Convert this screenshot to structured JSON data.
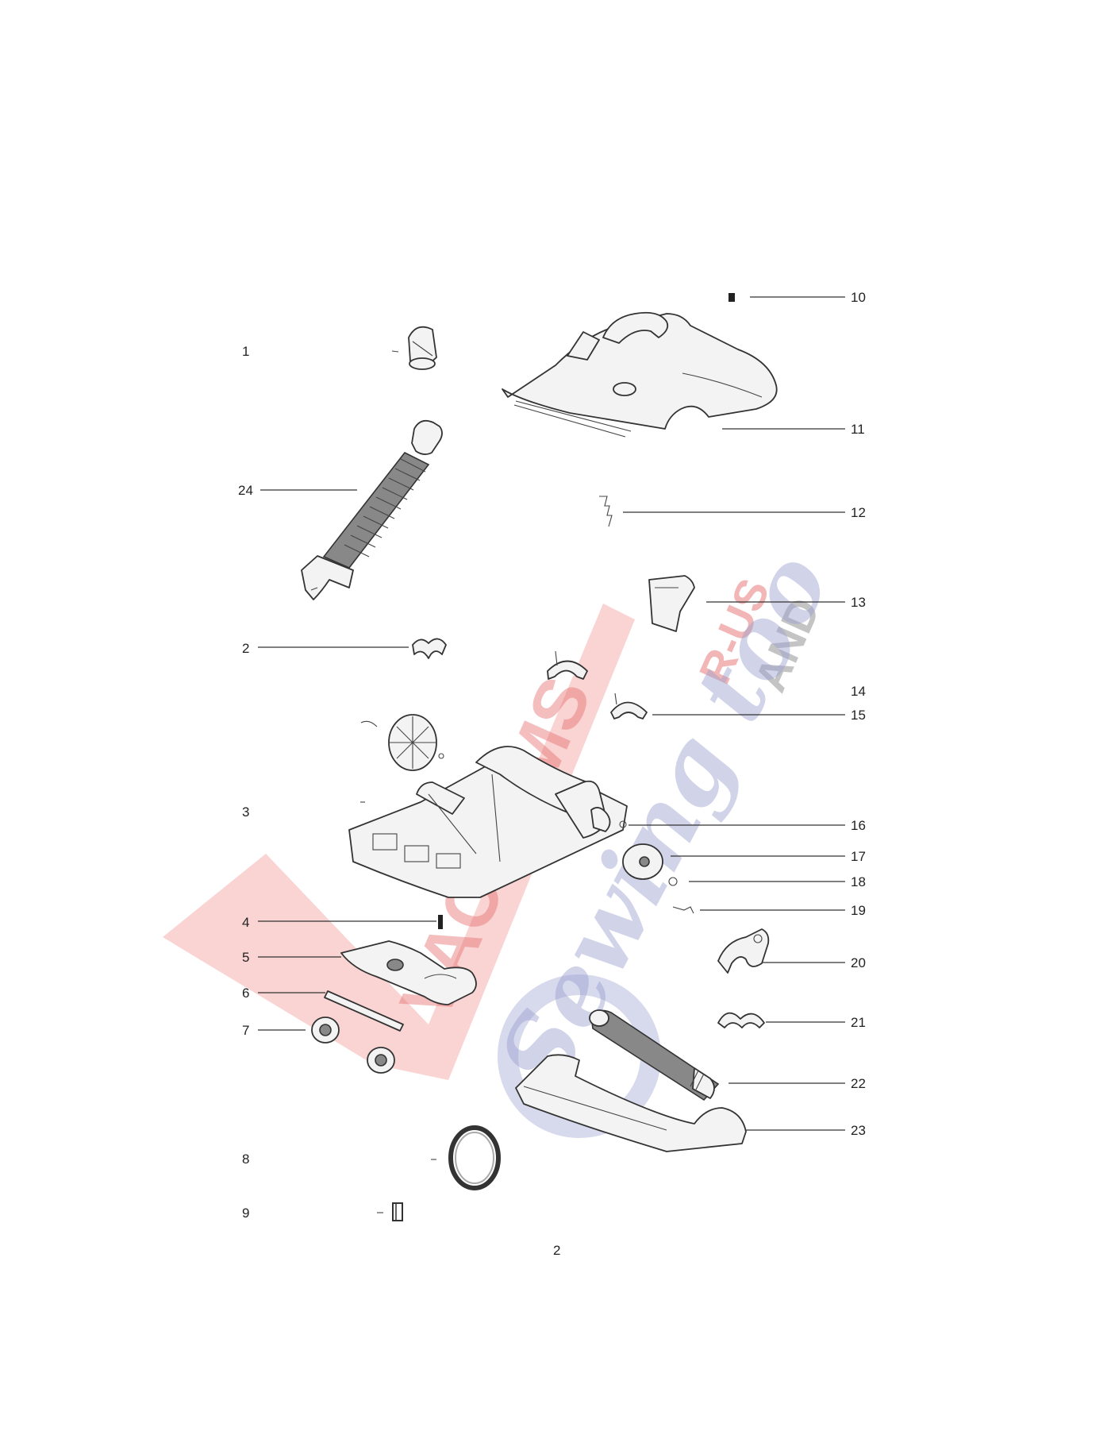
{
  "page_number": "2",
  "watermark": {
    "line1": "VACUUMS",
    "line2": "R-US",
    "line3": "AND",
    "line4": "Sewing too"
  },
  "callouts": [
    {
      "id": "1",
      "text": "1"
    },
    {
      "id": "2",
      "text": "2"
    },
    {
      "id": "3",
      "text": "3"
    },
    {
      "id": "4",
      "text": "4"
    },
    {
      "id": "5",
      "text": "5"
    },
    {
      "id": "6",
      "text": "6"
    },
    {
      "id": "7",
      "text": "7"
    },
    {
      "id": "8",
      "text": "8"
    },
    {
      "id": "9",
      "text": "9"
    },
    {
      "id": "10",
      "text": "10"
    },
    {
      "id": "11",
      "text": "11"
    },
    {
      "id": "12",
      "text": "12"
    },
    {
      "id": "13",
      "text": "13"
    },
    {
      "id": "14",
      "text": "14"
    },
    {
      "id": "15",
      "text": "15"
    },
    {
      "id": "16",
      "text": "16"
    },
    {
      "id": "17",
      "text": "17"
    },
    {
      "id": "18",
      "text": "18"
    },
    {
      "id": "19",
      "text": "19"
    },
    {
      "id": "20",
      "text": "20"
    },
    {
      "id": "21",
      "text": "21"
    },
    {
      "id": "22",
      "text": "22"
    },
    {
      "id": "23",
      "text": "23"
    },
    {
      "id": "24",
      "text": "24"
    }
  ],
  "colors": {
    "watermark_red": "#f08080",
    "watermark_blue": "#9aa0d0",
    "line": "#333333"
  }
}
